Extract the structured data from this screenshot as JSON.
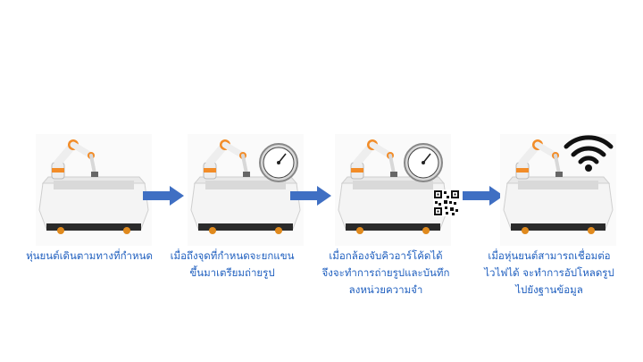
{
  "steps": [
    {
      "caption": [
        "หุ่นยนต์เดินตามทางที่กำหนด"
      ]
    },
    {
      "caption": [
        "เมื่อถึงจุดที่กำหนดจะยกแขน",
        "ขึ้นมาเตรียมถ่ายรูป"
      ]
    },
    {
      "caption": [
        "เมื่อกล้องจับคิวอาร์โค้ดได้",
        "จึงจะทำการถ่ายรูปและบันทึก",
        "ลงหน่วยความจำ"
      ]
    },
    {
      "caption": [
        "เมื่อหุ่นยนต์สามารถเชื่อมต่อ",
        "ไวไฟได้ จะทำการอัปโหลดรูป",
        "ไปยังฐานข้อมูล"
      ]
    }
  ],
  "colors": {
    "caption": "#1f5fbf",
    "arrow": "#3f6fc3",
    "robot_orange": "#f28c28",
    "cart_white": "#f4f4f4"
  },
  "icons": [
    "robot-cart-icon",
    "pressure-gauge-icon",
    "qr-code-icon",
    "wifi-icon",
    "right-arrow-icon"
  ]
}
